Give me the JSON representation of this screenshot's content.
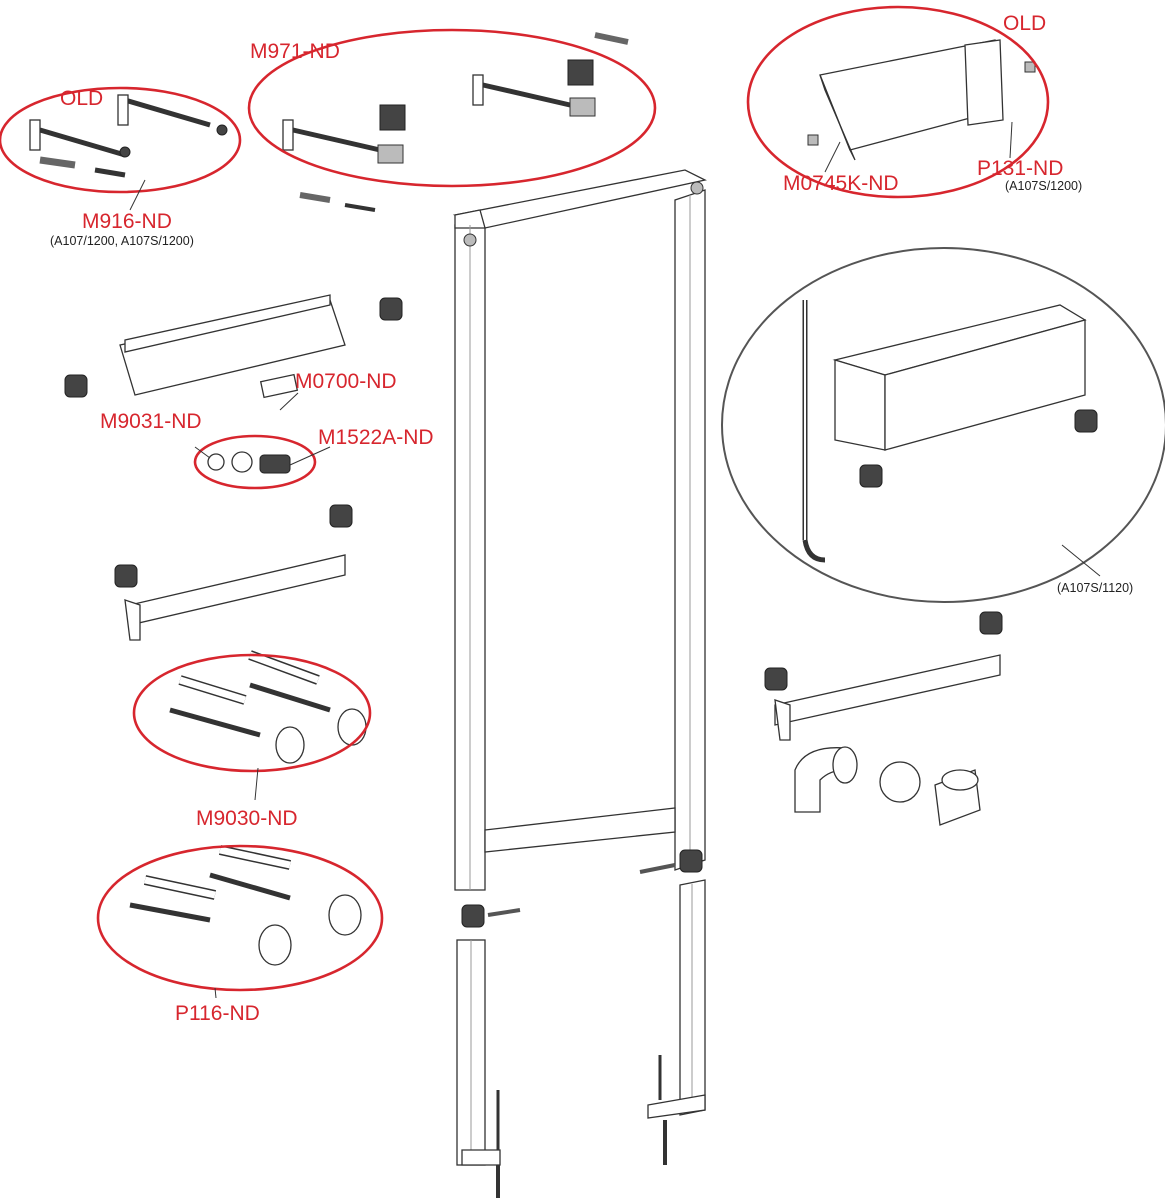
{
  "diagram": {
    "labels": {
      "old_left": "OLD",
      "m971": "M971-ND",
      "old_right": "OLD",
      "m916": "M916-ND",
      "m916_sub": "(A107/1200, A107S/1200)",
      "m0745k": "M0745K-ND",
      "p131": "P131-ND",
      "p131_sub": "(A107S/1200)",
      "m0700": "M0700-ND",
      "m9031": "M9031-ND",
      "m1522a": "M1522A-ND",
      "a107s_1120": "(A107S/1120)",
      "m9030": "M9030-ND",
      "p116": "P116-ND"
    },
    "colors": {
      "label": "#d7262e",
      "outline": "#333333"
    }
  }
}
